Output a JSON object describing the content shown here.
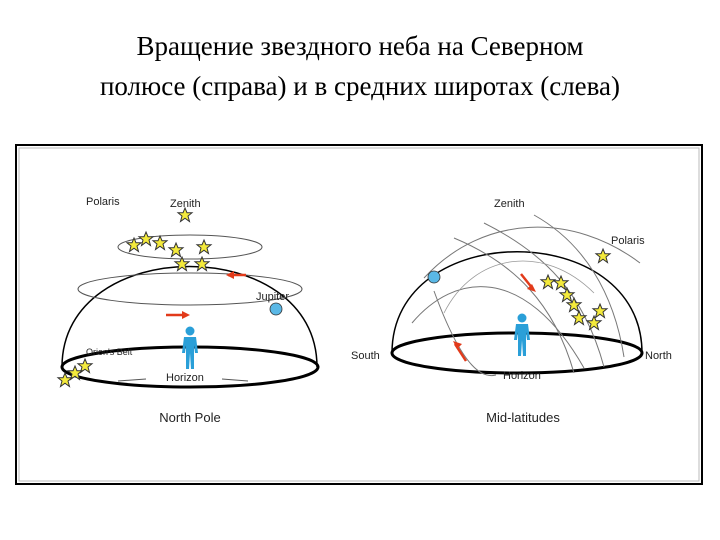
{
  "title": {
    "line1": "Вращение звездного неба на Северном",
    "line2": "полюсе (справа) и в средних широтах (слева)"
  },
  "figure": {
    "north_pole": {
      "caption": "North Pole",
      "labels": {
        "polaris": "Polaris",
        "zenith": "Zenith",
        "jupiter": "Jupiter",
        "orions_belt": "Orion's Belt",
        "horizon": "Horizon"
      }
    },
    "mid_latitudes": {
      "caption": "Mid-latitudes",
      "labels": {
        "zenith": "Zenith",
        "polaris": "Polaris",
        "south": "South",
        "north": "North",
        "horizon": "Horizon"
      }
    }
  },
  "colors": {
    "star": "#f4ea3c",
    "arrow": "#e23a1a",
    "observer": "#2a9fd8",
    "jupiter": "#5ab8e6",
    "frame": "#000000"
  },
  "icons": [
    "star-icon",
    "person-icon",
    "arrow-icon"
  ]
}
